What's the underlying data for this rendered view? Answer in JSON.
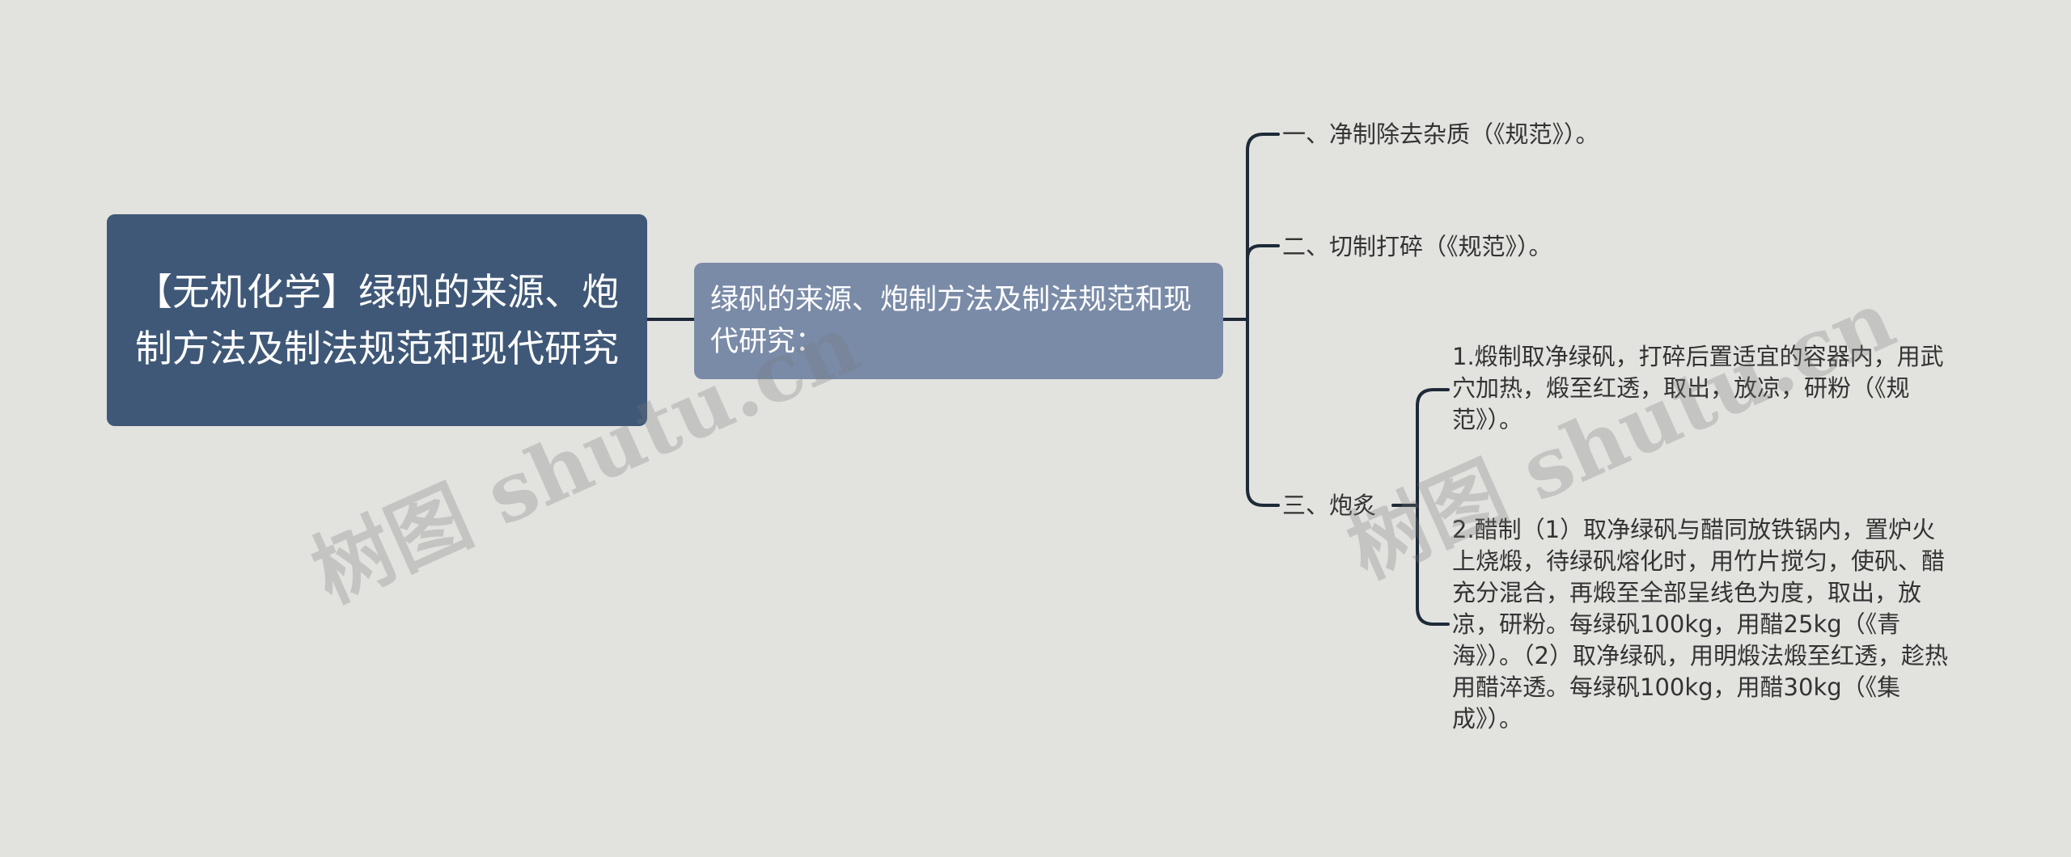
{
  "root": {
    "text": "【无机化学】绿矾的来源、炮制方法及制法规范和现代研究"
  },
  "mid": {
    "text": "绿矾的来源、炮制方法及制法规范和现代研究："
  },
  "branches": [
    "一、净制除去杂质（《规范》）。",
    "二、切制打碎（《规范》）。",
    "三、炮炙"
  ],
  "leaves": [
    "1.煅制取净绿矾，打碎后置适宜的容器内，用武穴加热，煅至红透，取出，放凉，研粉（《规范》）。",
    "2.醋制（1）取净绿矾与醋同放铁锅内，置炉火上烧煅，待绿矾熔化时，用竹片搅匀，使矾、醋充分混合，再煅至全部呈线色为度，取出，放凉，研粉。每绿矾100kg，用醋25kg（《青海》）。（2）取净绿矾，用明煅法煅至红透，趁热用醋淬透。每绿矾100kg，用醋30kg（《集成》）。"
  ],
  "watermark": "树图 shutu.cn",
  "colors": {
    "background": "#e2e2df",
    "root_fill": "#3f5878",
    "mid_fill": "#7a8ba8",
    "connector": "#1e2a38",
    "text_dark": "#333333"
  }
}
